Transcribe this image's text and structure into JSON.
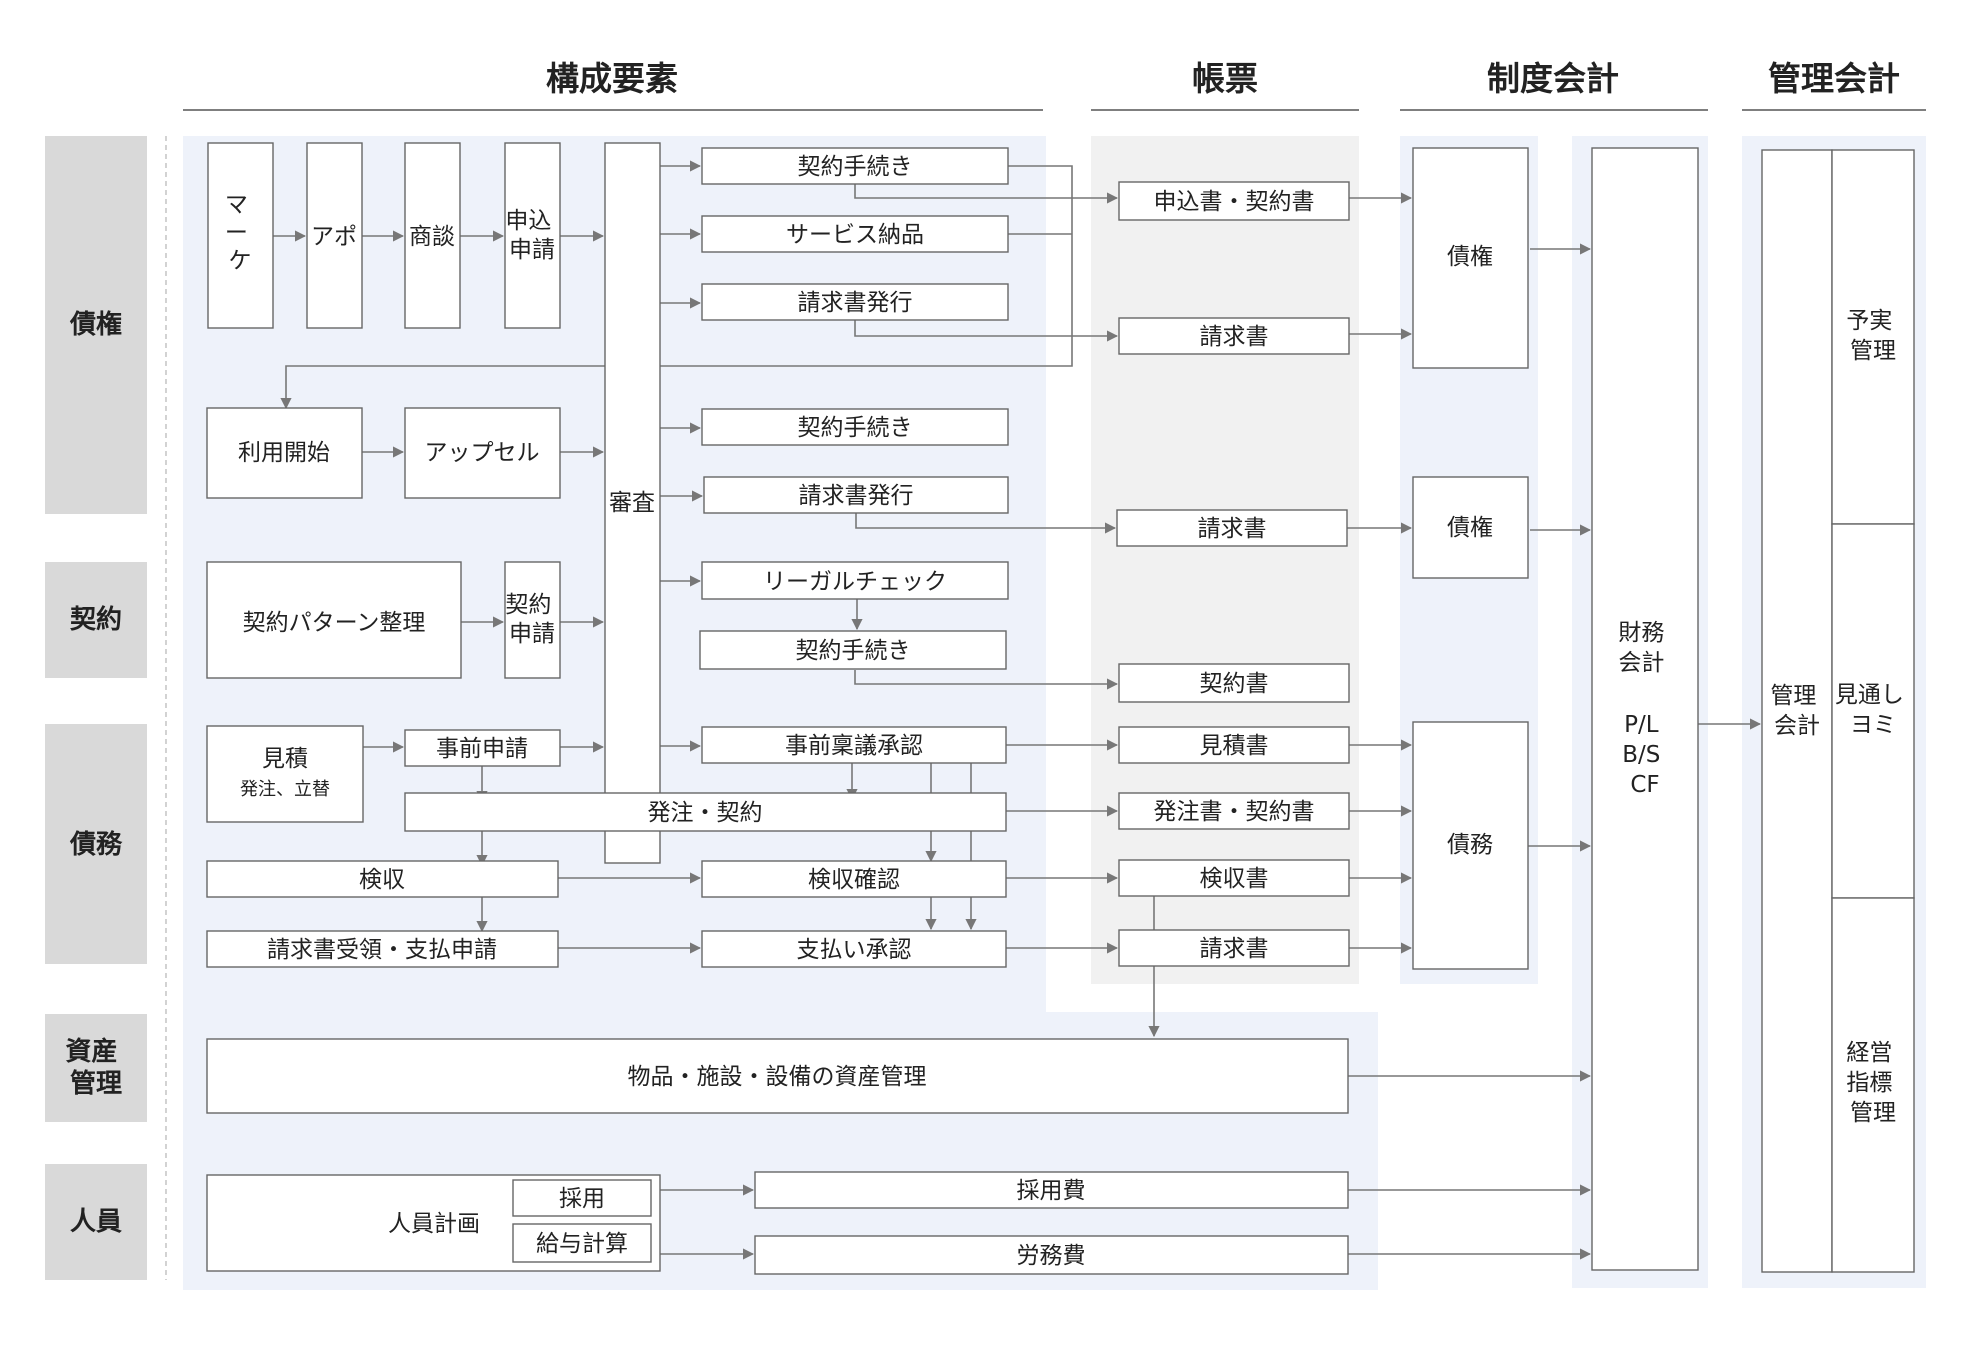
{
  "headers": {
    "components": "構成要素",
    "forms": "帳票",
    "statutory": "制度会計",
    "management": "管理会計"
  },
  "rows": {
    "receivables": "債権",
    "contract": "契約",
    "payables": "債務",
    "assets": "資産管理",
    "personnel": "人員"
  },
  "flow": {
    "marketing": "マーケ",
    "appointment": "アポ",
    "negotiation": "商談",
    "application": "申込申請",
    "review": "審査",
    "contract_procedure": "契約手続き",
    "service_delivery": "サービス納品",
    "invoice_issue": "請求書発行",
    "usage_start": "利用開始",
    "upsell": "アップセル",
    "contract_procedure_2": "契約手続き",
    "invoice_issue_2": "請求書発行",
    "contract_pattern": "契約パターン整理",
    "contract_request": "契約申請",
    "legal_check": "リーガルチェック",
    "contract_procedure_3": "契約手続き",
    "estimate": "見積",
    "estimate_sub": "発注、立替",
    "pre_request": "事前申請",
    "pre_approval": "事前稟議承認",
    "order_contract": "発注・契約",
    "inspection": "検収",
    "inspection_confirm": "検収確認",
    "invoice_receive": "請求書受領・支払申請",
    "payment_approval": "支払い承認",
    "asset_management": "物品・施設・設備の資産管理",
    "headcount_plan": "人員計画",
    "hiring": "採用",
    "payroll": "給与計算",
    "hiring_cost": "採用費",
    "labor_cost": "労務費"
  },
  "forms": {
    "application_contract": "申込書・契約書",
    "invoice_1": "請求書",
    "invoice_2": "請求書",
    "contract": "契約書",
    "estimate": "見積書",
    "order_contract": "発注書・契約書",
    "inspection": "検収書",
    "invoice_3": "請求書"
  },
  "statutory": {
    "receivable_1": "債権",
    "receivable_2": "債権",
    "payable": "債務",
    "financial_accounting": "財務会計",
    "statements": [
      "P/L",
      "B/S",
      "CF"
    ]
  },
  "management": {
    "management_accounting": "管理会計",
    "budget_actual": "予実管理",
    "forecast": "見通しヨミ",
    "kpi": "経営指標管理"
  },
  "colors": {
    "region_blue": "#eef2fa",
    "region_grey": "#f1f1f1",
    "row_label_bg": "#d9d9d9",
    "arrow": "#777777"
  }
}
